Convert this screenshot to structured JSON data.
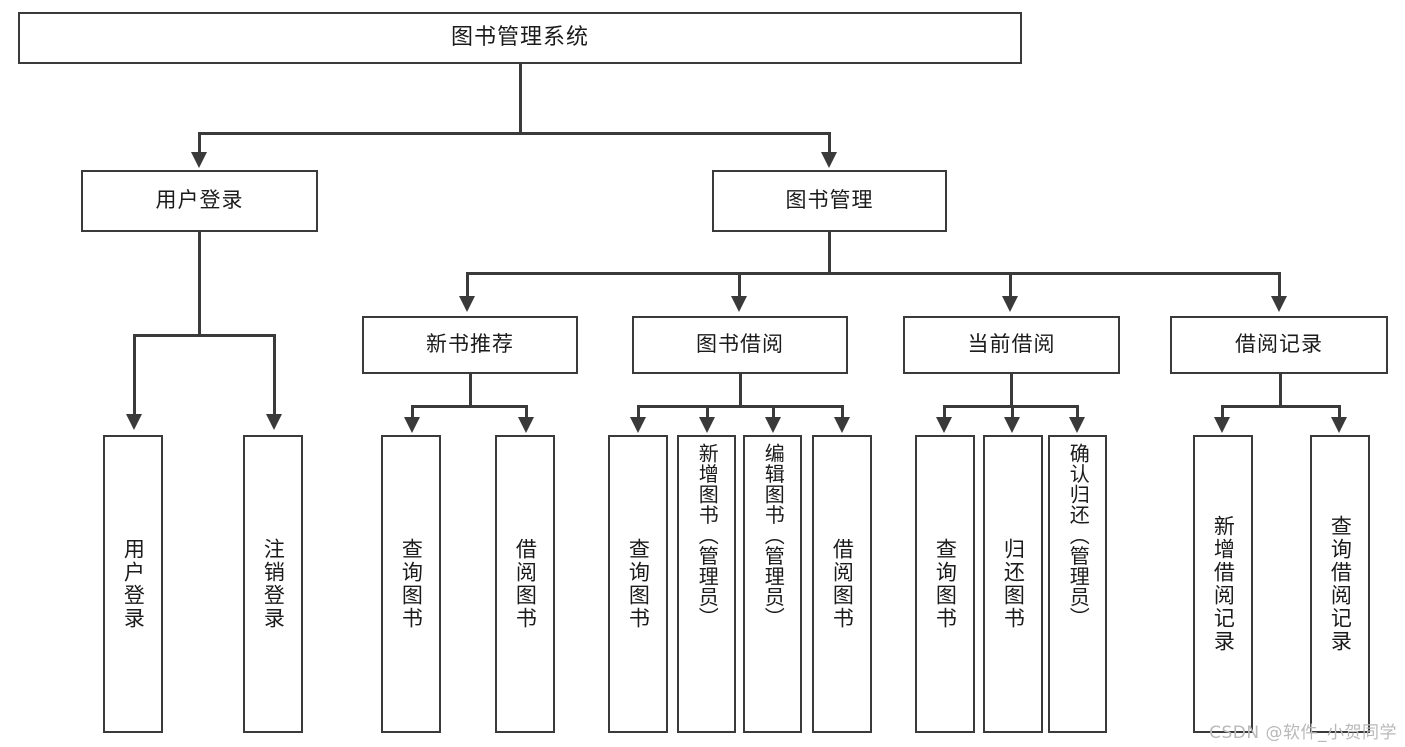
{
  "diagram": {
    "title": "图书管理系统",
    "type": "hierarchy-tree",
    "root": {
      "id": "root",
      "label": "图书管理系统"
    },
    "level2": [
      {
        "id": "user-login",
        "label": "用户登录"
      },
      {
        "id": "book-manage",
        "label": "图书管理"
      }
    ],
    "level3": [
      {
        "id": "new-book-rec",
        "label": "新书推荐",
        "parent": "book-manage"
      },
      {
        "id": "book-borrow",
        "label": "图书借阅",
        "parent": "book-manage"
      },
      {
        "id": "current-borrow",
        "label": "当前借阅",
        "parent": "book-manage"
      },
      {
        "id": "borrow-record",
        "label": "借阅记录",
        "parent": "book-manage"
      }
    ],
    "leaves": {
      "user_login": [
        {
          "id": "leaf-user-login",
          "label": "用户登录"
        },
        {
          "id": "leaf-user-logout",
          "label": "注销登录"
        }
      ],
      "new_book_rec": [
        {
          "id": "leaf-query-book-1",
          "label": "查询图书"
        },
        {
          "id": "leaf-borrow-book-1",
          "label": "借阅图书"
        }
      ],
      "book_borrow": [
        {
          "id": "leaf-query-book-2",
          "label": "查询图书"
        },
        {
          "id": "leaf-add-book",
          "label": "新增图书（管理员）"
        },
        {
          "id": "leaf-edit-book",
          "label": "编辑图书（管理员）"
        },
        {
          "id": "leaf-borrow-book-2",
          "label": "借阅图书"
        }
      ],
      "current_borrow": [
        {
          "id": "leaf-query-book-3",
          "label": "查询图书"
        },
        {
          "id": "leaf-return-book",
          "label": "归还图书"
        },
        {
          "id": "leaf-confirm-return",
          "label": "确认归还（管理员）"
        }
      ],
      "borrow_record": [
        {
          "id": "leaf-add-record",
          "label": "新增借阅记录"
        },
        {
          "id": "leaf-query-record",
          "label": "查询借阅记录"
        }
      ]
    }
  },
  "watermark": {
    "text": "CSDN @软件_小贺同学"
  },
  "colors": {
    "stroke": "#3a3a3a",
    "text": "#1b1b1b",
    "background": "#ffffff",
    "watermark": "#b9b9b9"
  }
}
